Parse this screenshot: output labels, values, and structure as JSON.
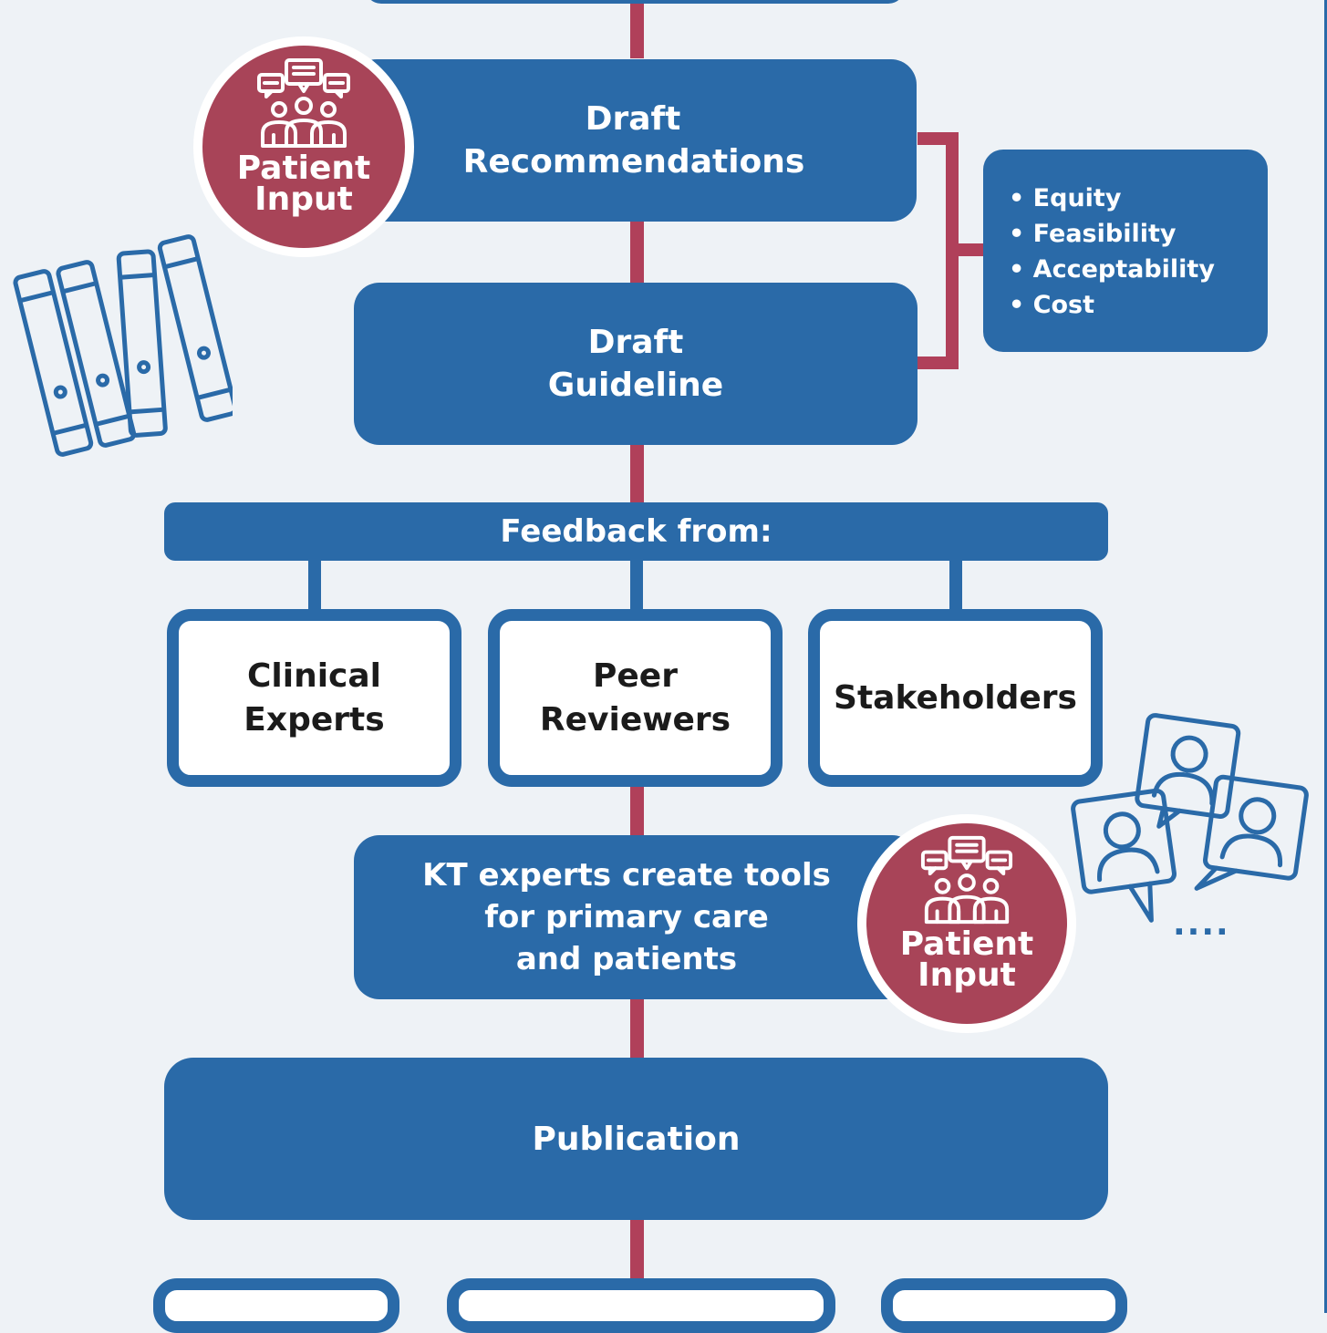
{
  "colors": {
    "primary_blue": "#2a6aa8",
    "accent_red": "#a84458",
    "background": "#eef2f6",
    "white": "#ffffff"
  },
  "steps": {
    "draft_recommendations": {
      "line1": "Draft",
      "line2": "Recommendations"
    },
    "draft_guideline": {
      "line1": "Draft",
      "line2": "Guideline"
    },
    "feedback_header": "Feedback from:",
    "feedback_sources": [
      {
        "line1": "Clinical",
        "line2": "Experts"
      },
      {
        "line1": "Peer",
        "line2": "Reviewers"
      },
      {
        "line1": "Stakeholders"
      }
    ],
    "kt_tools": {
      "line1": "KT experts create tools",
      "line2": "for primary care",
      "line3": "and patients"
    },
    "publication": "Publication"
  },
  "considerations": [
    "Equity",
    "Feasibility",
    "Acceptability",
    "Cost"
  ],
  "patient_input_badges": [
    {
      "line1": "Patient",
      "line2": "Input",
      "icon": "people-discussion-icon"
    },
    {
      "line1": "Patient",
      "line2": "Input",
      "icon": "people-discussion-icon"
    }
  ],
  "decorations": {
    "binders_icon": "binders-icon",
    "people_chat_icon": "people-chat-icon",
    "ellipsis": "...."
  }
}
